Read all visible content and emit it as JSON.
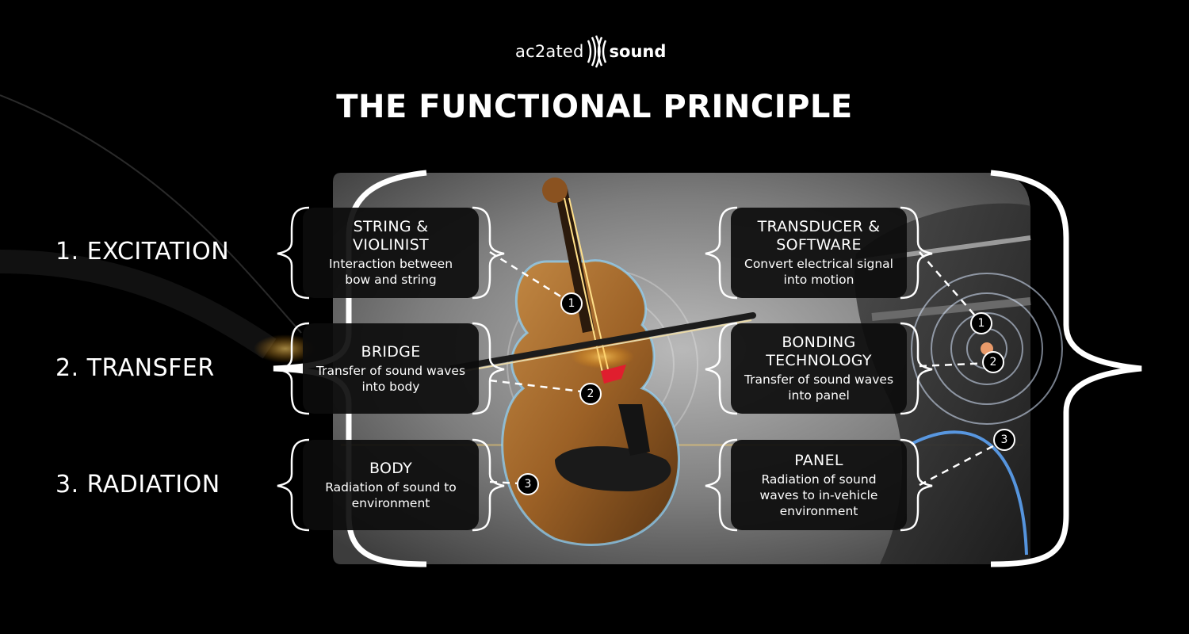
{
  "logo": {
    "part1": "ac2ated",
    "part2": "sound"
  },
  "title": "THE FUNCTIONAL PRINCIPLE",
  "stages": [
    {
      "label": "1. EXCITATION"
    },
    {
      "label": "2. TRANSFER"
    },
    {
      "label": "3. RADIATION"
    }
  ],
  "violin_boxes": [
    {
      "title": "STRING &\nVIOLINIST",
      "desc": "Interaction between\nbow and string",
      "marker": "1"
    },
    {
      "title": "BRIDGE",
      "desc": "Transfer of sound waves\ninto body",
      "marker": "2"
    },
    {
      "title": "BODY",
      "desc": "Radiation of sound to\nenvironment",
      "marker": "3"
    }
  ],
  "vehicle_boxes": [
    {
      "title": "TRANSDUCER &\nSOFTWARE",
      "desc": "Convert electrical signal\ninto motion",
      "marker": "1"
    },
    {
      "title": "BONDING\nTECHNOLOGY",
      "desc": "Transfer of sound waves\ninto panel",
      "marker": "2"
    },
    {
      "title": "PANEL",
      "desc": "Radiation of sound\nwaves to in-vehicle\nenvironment",
      "marker": "3"
    }
  ],
  "colors": {
    "background": "#000000",
    "panel": "#8a8a8a",
    "accent_glow": "#f5a623",
    "wood": "#a86a2a"
  }
}
